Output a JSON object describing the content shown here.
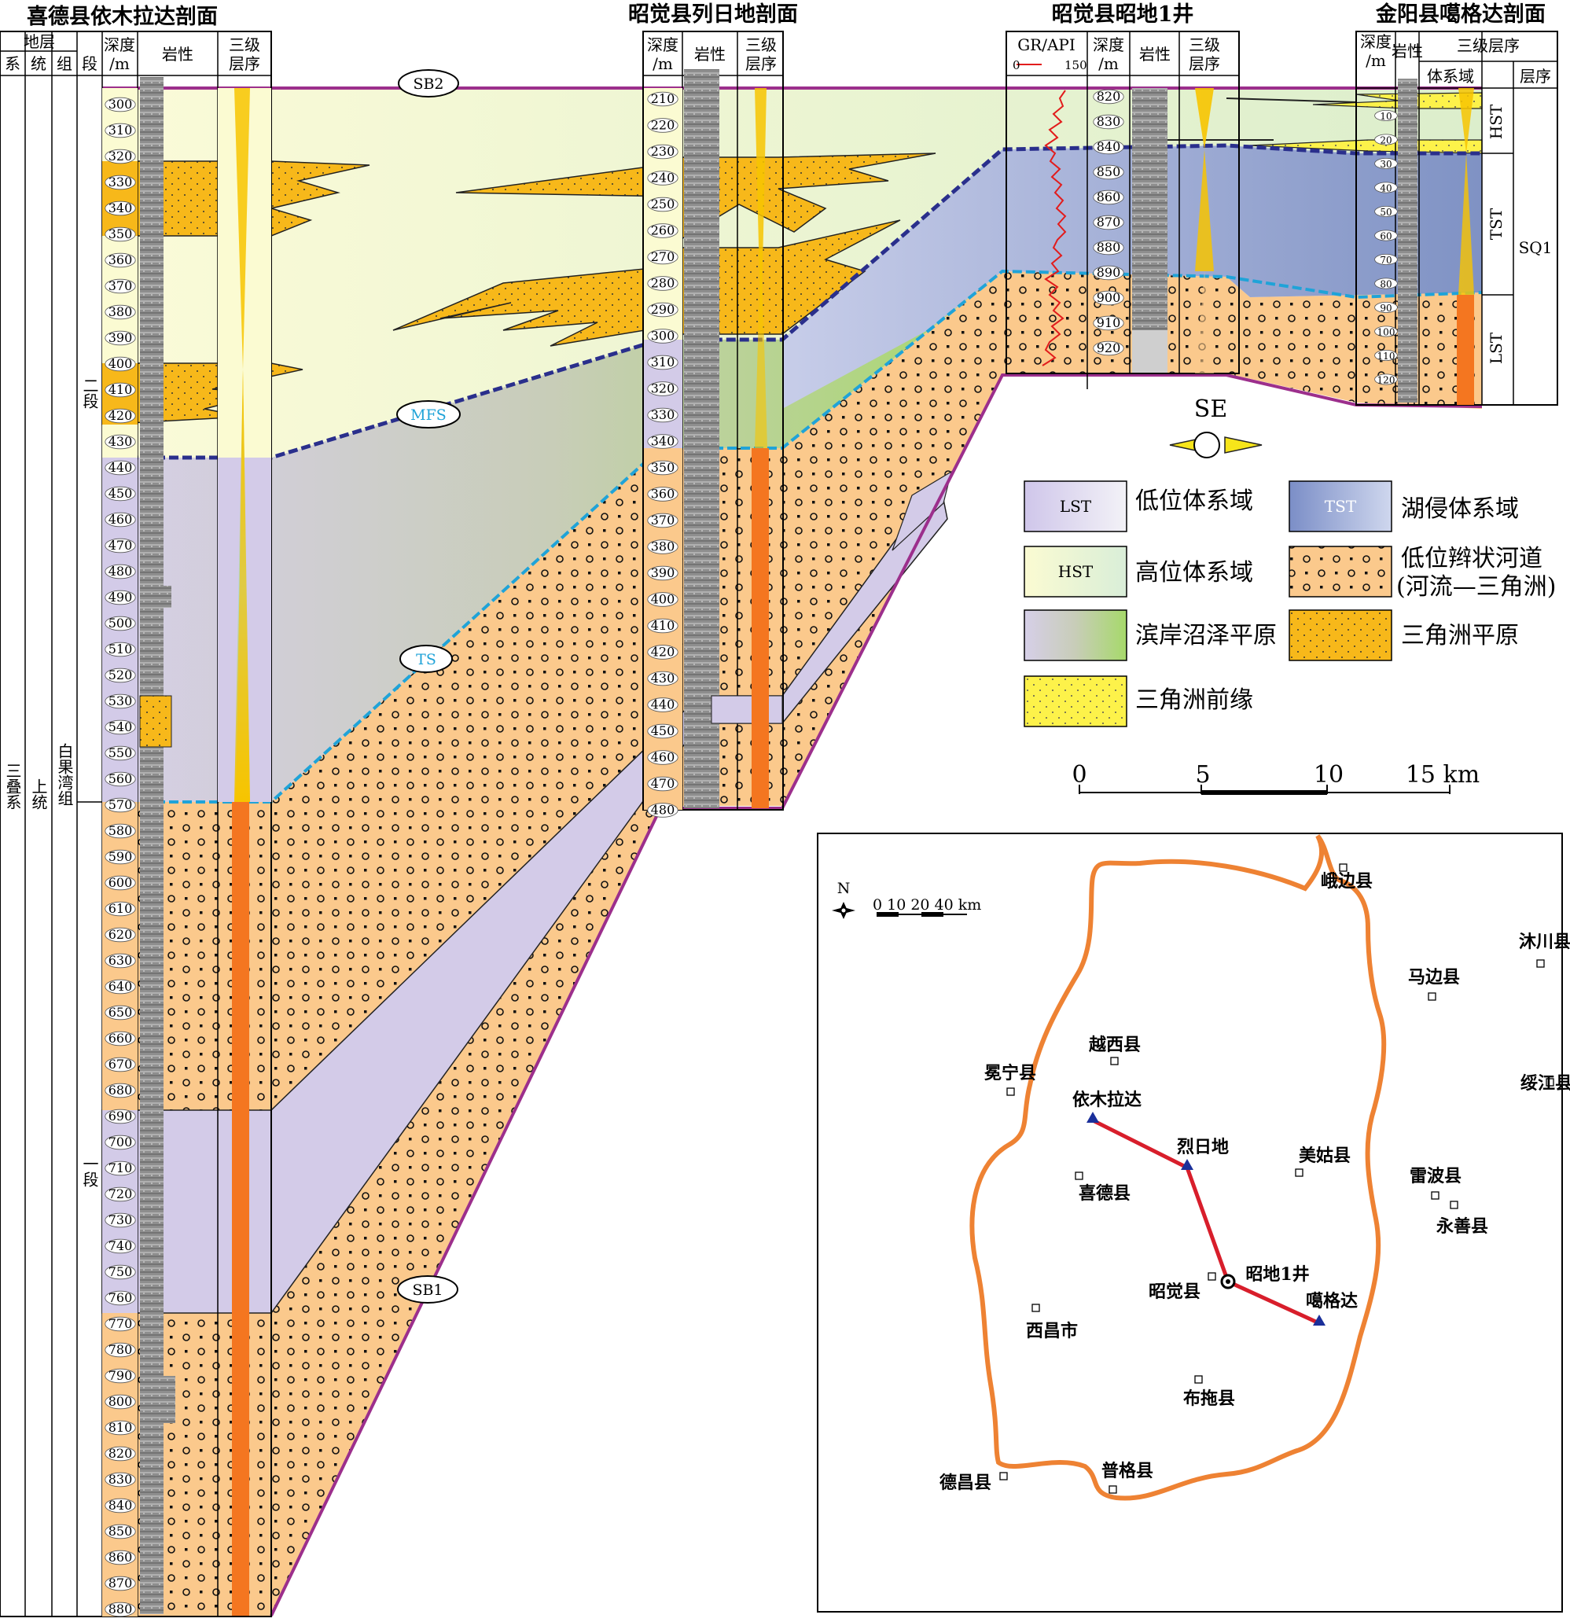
{
  "titles": {
    "sec1": "喜德县依木拉达剖面",
    "sec2": "昭觉县列日地剖面",
    "sec3": "昭觉县昭地1井",
    "sec4": "金阳县噶格达剖面"
  },
  "headers": {
    "strata": "地层",
    "system": "系",
    "series": "统",
    "formation": "组",
    "member": "段",
    "depth1": "深度",
    "depth2": "/m",
    "lithology": "岩性",
    "seq1": "三级",
    "seq2": "层序",
    "seq_full": "三级层序",
    "systems_tract": "体系域",
    "sequence": "层序",
    "gr": "GR/API",
    "gr_range_low": "0",
    "gr_range_high": "150"
  },
  "strat_column": {
    "system": "三叠系",
    "series": "上统",
    "formation": "白果湾组",
    "member_upper": "二段",
    "member_lower": "一段"
  },
  "surfaces": {
    "sb2": "SB2",
    "mfs": "MFS",
    "ts": "TS",
    "sb1": "SB1"
  },
  "depths": {
    "sec1": [
      "300",
      "310",
      "320",
      "330",
      "340",
      "350",
      "360",
      "370",
      "380",
      "390",
      "400",
      "410",
      "420",
      "430",
      "440",
      "450",
      "460",
      "470",
      "480",
      "490",
      "500",
      "510",
      "520",
      "530",
      "540",
      "550",
      "560",
      "570",
      "580",
      "590",
      "600",
      "610",
      "620",
      "630",
      "640",
      "650",
      "660",
      "670",
      "680",
      "690",
      "700",
      "710",
      "720",
      "730",
      "740",
      "750",
      "760",
      "770",
      "780",
      "790",
      "800",
      "810",
      "820",
      "830",
      "840",
      "850",
      "860",
      "870",
      "880"
    ],
    "sec2": [
      "210",
      "220",
      "230",
      "240",
      "250",
      "260",
      "270",
      "280",
      "290",
      "300",
      "310",
      "320",
      "330",
      "340",
      "350",
      "360",
      "370",
      "380",
      "390",
      "400",
      "410",
      "420",
      "430",
      "440",
      "450",
      "460",
      "470",
      "480"
    ],
    "sec3": [
      "820",
      "830",
      "840",
      "850",
      "860",
      "870",
      "880",
      "890",
      "900",
      "910",
      "920"
    ],
    "sec4": [
      "10",
      "20",
      "30",
      "40",
      "50",
      "60",
      "70",
      "80",
      "90",
      "100",
      "110",
      "120"
    ]
  },
  "sec4_tracts": [
    "HST",
    "TST",
    "LST"
  ],
  "sec4_sequence": "SQ1",
  "compass": "SE",
  "legend": [
    {
      "code": "LST",
      "label": "低位体系域"
    },
    {
      "code": "TST",
      "label": "湖侵体系域"
    },
    {
      "code": "HST",
      "label": "高位体系域"
    },
    {
      "code": "",
      "label": "低位辫状河道",
      "label2": "(河流—三角洲)"
    },
    {
      "code": "",
      "label": "滨岸沼泽平原"
    },
    {
      "code": "",
      "label": "三角洲平原"
    },
    {
      "code": "",
      "label": "三角洲前缘"
    }
  ],
  "scale_bar": {
    "ticks": [
      "0",
      "5",
      "10",
      "15 km"
    ]
  },
  "map": {
    "north": "N",
    "scale": "0  10 20 40 km",
    "places": [
      "峨边县",
      "沐川县",
      "马边县",
      "越西县",
      "冕宁县",
      "绥江县",
      "依木拉达",
      "烈日地",
      "美姑县",
      "喜德县",
      "雷波县",
      "永善县",
      "昭觉县",
      "昭地1井",
      "噶格达",
      "西昌市",
      "布拖县",
      "德昌县",
      "普格县"
    ]
  },
  "colors": {
    "hst": "#f6f9cf",
    "tst": "#8f9fcb",
    "lst": "#d3cbe8",
    "channel": "#fbc98c",
    "delta_plain": "#f7b81a",
    "delta_front": "#fdf24a",
    "orange_seq": "#f47620",
    "sb_line": "#9c2f8c",
    "mfs_line": "#2a2f8c",
    "ts_line": "#1fa3d8",
    "gr_curve": "#e21c1c",
    "map_outline": "#ee8233",
    "route": "#d81e2b"
  }
}
